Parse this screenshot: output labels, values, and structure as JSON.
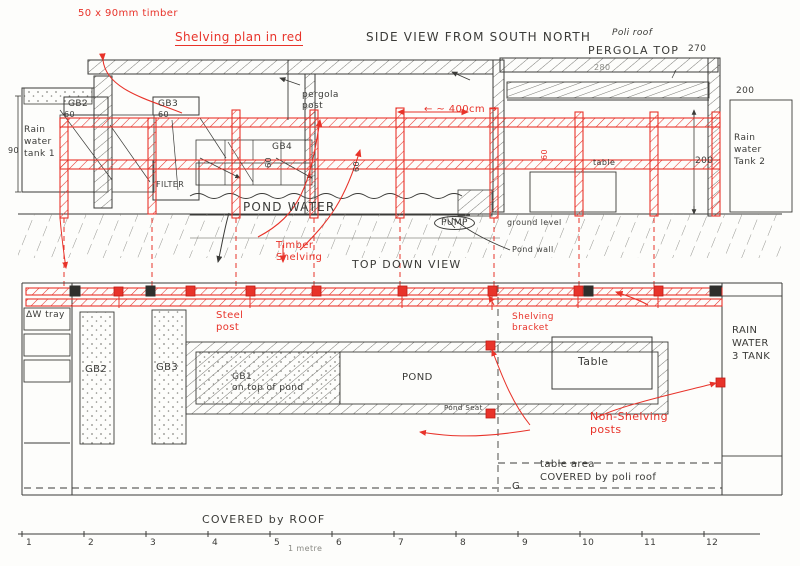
{
  "drawing": {
    "title_top": "SIDE  VIEW  FROM  SOUTH  NORTH",
    "title_mid": "TOP DOWN VIEW",
    "legend": "Shelving plan in red"
  },
  "annotations_red": {
    "timber_spec": "50 x 90mm timber",
    "timber_shelving": "Timber\nShelving",
    "steel_post": "Steel\npost",
    "shelving_bracket": "Shelving\nbracket",
    "non_shelving_posts": "Non-Shelving\nposts",
    "span": "← ~ 400cm →"
  },
  "section_labels": {
    "poli_roof": "Poli roof",
    "pergola_top": "PERGOLA  TOP",
    "pergola_post": "pergola\npost",
    "rain_tank_1": "Rain\nwater\ntank 1",
    "rain_tank_2": "Rain\nwater\nTank 2",
    "gb2": "GB2",
    "gb3": "GB3",
    "gb4": "GB4",
    "filter": "FILTER",
    "pond_water": "POND  WATER",
    "pump": "PUMP",
    "ground_level": "ground level",
    "pond_wall": "Pond wall",
    "table": "table"
  },
  "section_dims": {
    "d270": "270",
    "d280": "280",
    "d200_right": "200",
    "d200_inner": "200",
    "d90_left": "90",
    "d60_a": "60",
    "d60_b": "60",
    "d60_c": "60",
    "d60_d": "60",
    "d60_e": "60"
  },
  "plan_labels": {
    "dw_tray": "ΔW tray",
    "gb2": "GB2",
    "gb3": "GB3",
    "gb1": "GB1\non top of pond",
    "pond": "POND",
    "pond_seat": "Pond Seat",
    "table": "Table",
    "rain_tank_3": "RAIN\nWATER\n3 TANK",
    "table_area": "table area\nCOVERED by poli roof",
    "covered_roof": "COVERED by ROOF",
    "g_mark": "G"
  },
  "scale_ruler": {
    "ticks": [
      "1",
      "2",
      "3",
      "4",
      "5",
      "6",
      "7",
      "8",
      "9",
      "10",
      "11",
      "12"
    ],
    "unit_note": "1 metre"
  },
  "colors": {
    "red": "#e8332a",
    "ink": "#3b3b38",
    "paper": "#fdfdfb",
    "hatch": "#6b6b66"
  }
}
